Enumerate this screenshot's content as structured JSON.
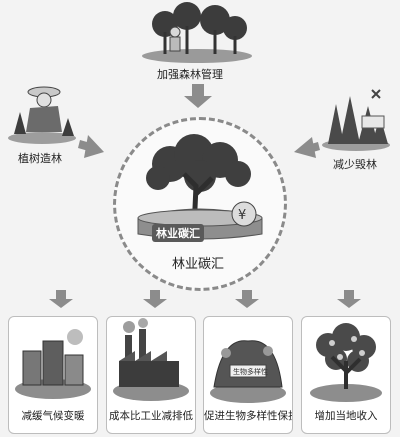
{
  "center": {
    "badge_text": "林业碳汇",
    "label": "林业碳汇"
  },
  "inputs": {
    "top": "加强森林管理",
    "left": "植树造林",
    "right": "减少毁林"
  },
  "outcomes": [
    {
      "label": "减缓气候变暖",
      "icon": "city-icon"
    },
    {
      "label": "成本比工业减排低",
      "icon": "factory-icon"
    },
    {
      "label": "促进生物多样性保护",
      "icon": "biodiversity-icon",
      "sign_text": "生物多样性"
    },
    {
      "label": "增加当地收入",
      "icon": "fruit-tree-icon"
    }
  ],
  "colors": {
    "arrow": "#8c8c8c",
    "dashed_ring": "#8a8a8a",
    "card_border": "#bdbdbd"
  }
}
